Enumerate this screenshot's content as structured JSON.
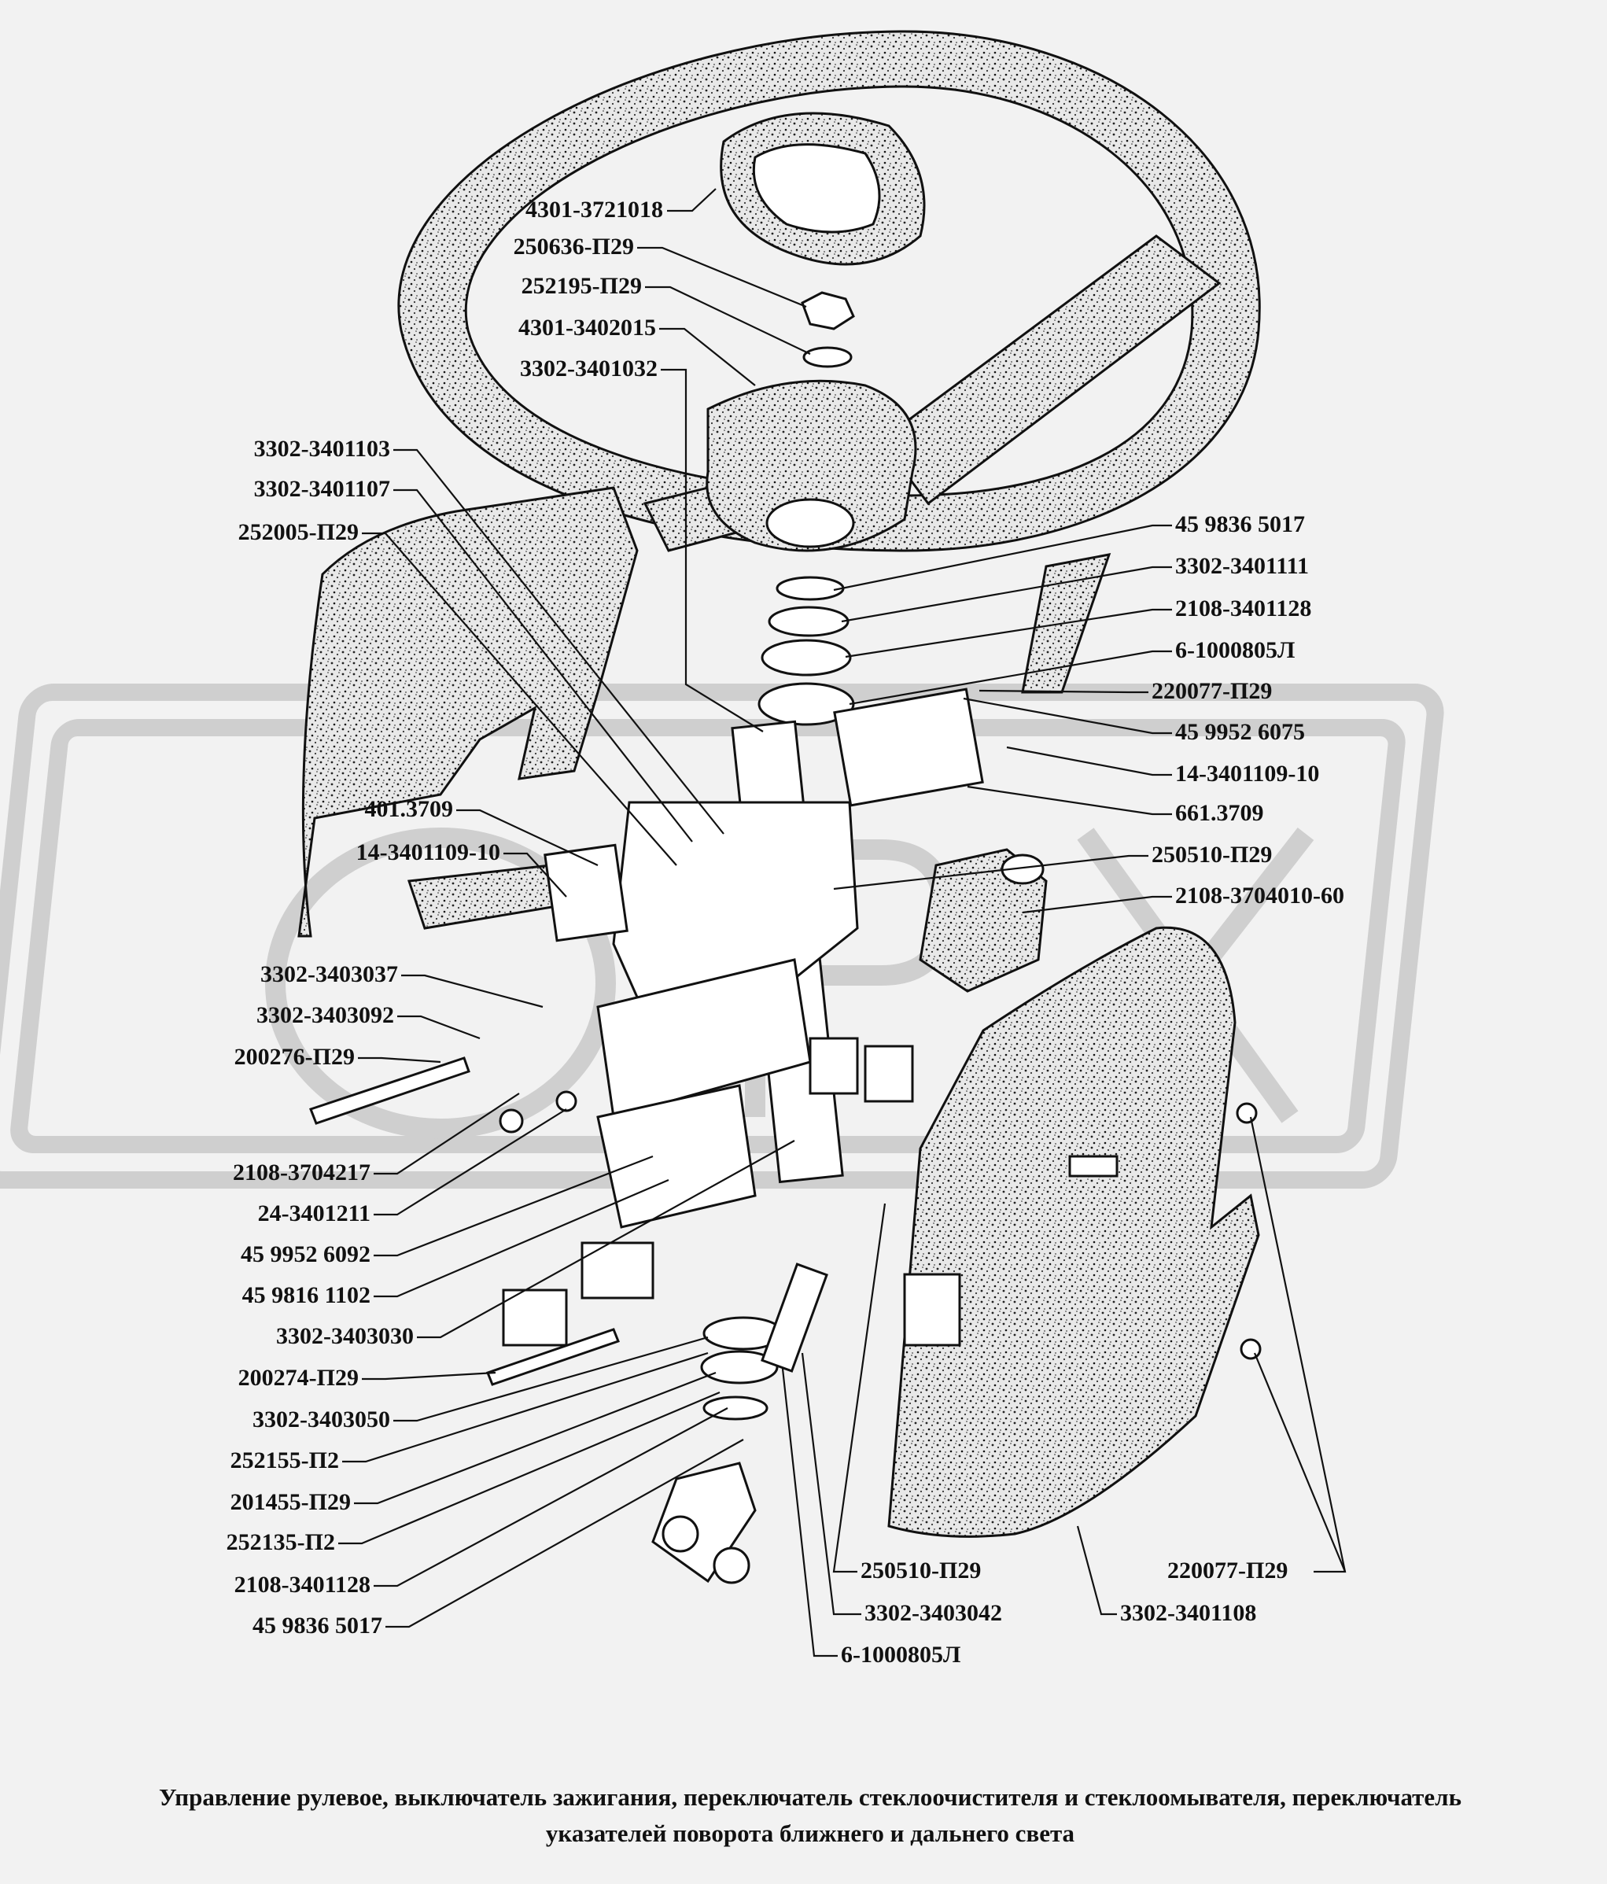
{
  "labels": {
    "l01": "4301-3721018",
    "l02": "250636-П29",
    "l03": "252195-П29",
    "l04": "4301-3402015",
    "l05": "3302-3401032",
    "l06": "3302-3401103",
    "l07": "3302-3401107",
    "l08": "252005-П29",
    "l09": "401.3709",
    "l10": "14-3401109-10",
    "l11": "3302-3403037",
    "l12": "3302-3403092",
    "l13": "200276-П29",
    "l14": "2108-3704217",
    "l15": "24-3401211",
    "l16": "45 9952 6092",
    "l17": "45 9816 1102",
    "l18": "3302-3403030",
    "l19": "200274-П29",
    "l20": "3302-3403050",
    "l21": "252155-П2",
    "l22": "201455-П29",
    "l23": "252135-П2",
    "l24": "2108-3401128",
    "l25": "45 9836 5017",
    "r01": "45 9836 5017",
    "r02": "3302-3401111",
    "r03": "2108-3401128",
    "r04": "6-1000805Л",
    "r05": "220077-П29",
    "r06": "45 9952 6075",
    "r07": "14-3401109-10",
    "r08": "661.3709",
    "r09": "250510-П29",
    "r10": "2108-3704010-60",
    "b01": "250510-П29",
    "b02": "3302-3403042",
    "b03": "6-1000805Л",
    "b04": "3302-3401108",
    "b05": "220077-П29"
  },
  "caption": {
    "line1": "Управление рулевое, выключатель зажигания, переключатель  стеклоочистителя и стеклоомывателя,  переключатель",
    "line2": "указателей поворота ближнего  и дальнего света"
  },
  "colors": {
    "ink": "#111111",
    "background": "#f2f2f2",
    "watermark": "#c9c9c9"
  }
}
